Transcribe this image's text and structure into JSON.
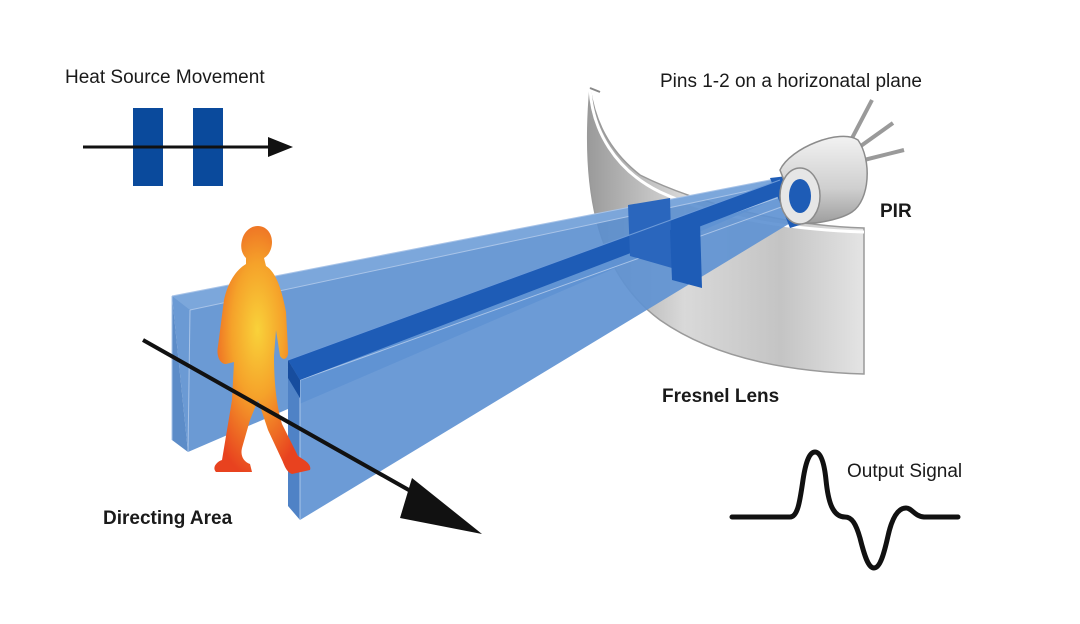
{
  "labels": {
    "heat_source_movement": "Heat Source Movement",
    "pins_plane": "Pins 1-2 on a horizonatal plane",
    "pir": "PIR",
    "fresnel_lens": "Fresnel Lens",
    "directing_area": "Directing Area",
    "output_signal": "Output Signal"
  },
  "colors": {
    "blue_block": "#0a4a9c",
    "beam_light": "#5b8fcf",
    "beam_dark": "#1e5cb6",
    "person_top": "#e6431f",
    "person_glow": "#f7c236",
    "lens_gray": "#c9c9c9",
    "arrow": "#111111"
  }
}
